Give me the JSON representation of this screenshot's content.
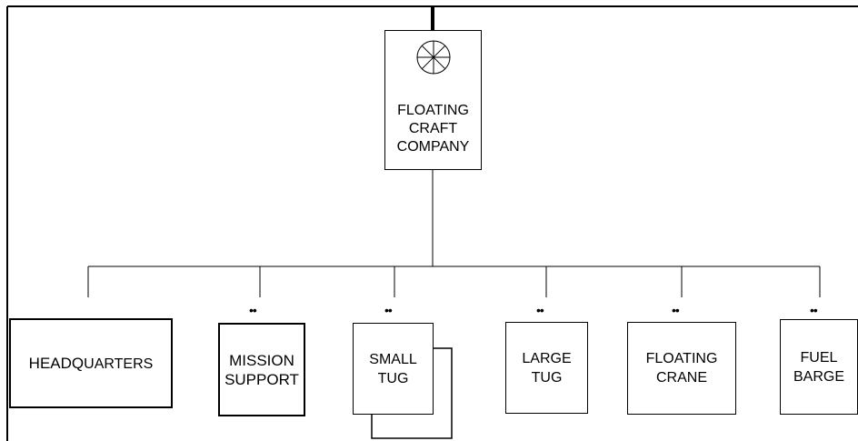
{
  "diagram": {
    "parent": {
      "symbol": "ship-wheel-icon",
      "lines": [
        "FLOATING",
        "CRAFT",
        "COMPANY"
      ]
    },
    "units": [
      {
        "id": "headquarters",
        "label_parts": [
          "HEADQ",
          "UARTERS"
        ],
        "dots": ""
      },
      {
        "id": "mission-support",
        "lines": [
          "MISSION",
          "SUPPORT"
        ],
        "dots": "••"
      },
      {
        "id": "small-tug",
        "lines": [
          "SMALL",
          "TUG"
        ],
        "dots": "••"
      },
      {
        "id": "large-tug",
        "lines": [
          "LARGE",
          "TUG"
        ],
        "dots": "••"
      },
      {
        "id": "floating-crane",
        "lines": [
          "FLOATING",
          "CRANE"
        ],
        "dots": "••"
      },
      {
        "id": "fuel-barge",
        "lines": [
          "FUEL",
          "BARGE"
        ],
        "dots": "••"
      }
    ]
  }
}
